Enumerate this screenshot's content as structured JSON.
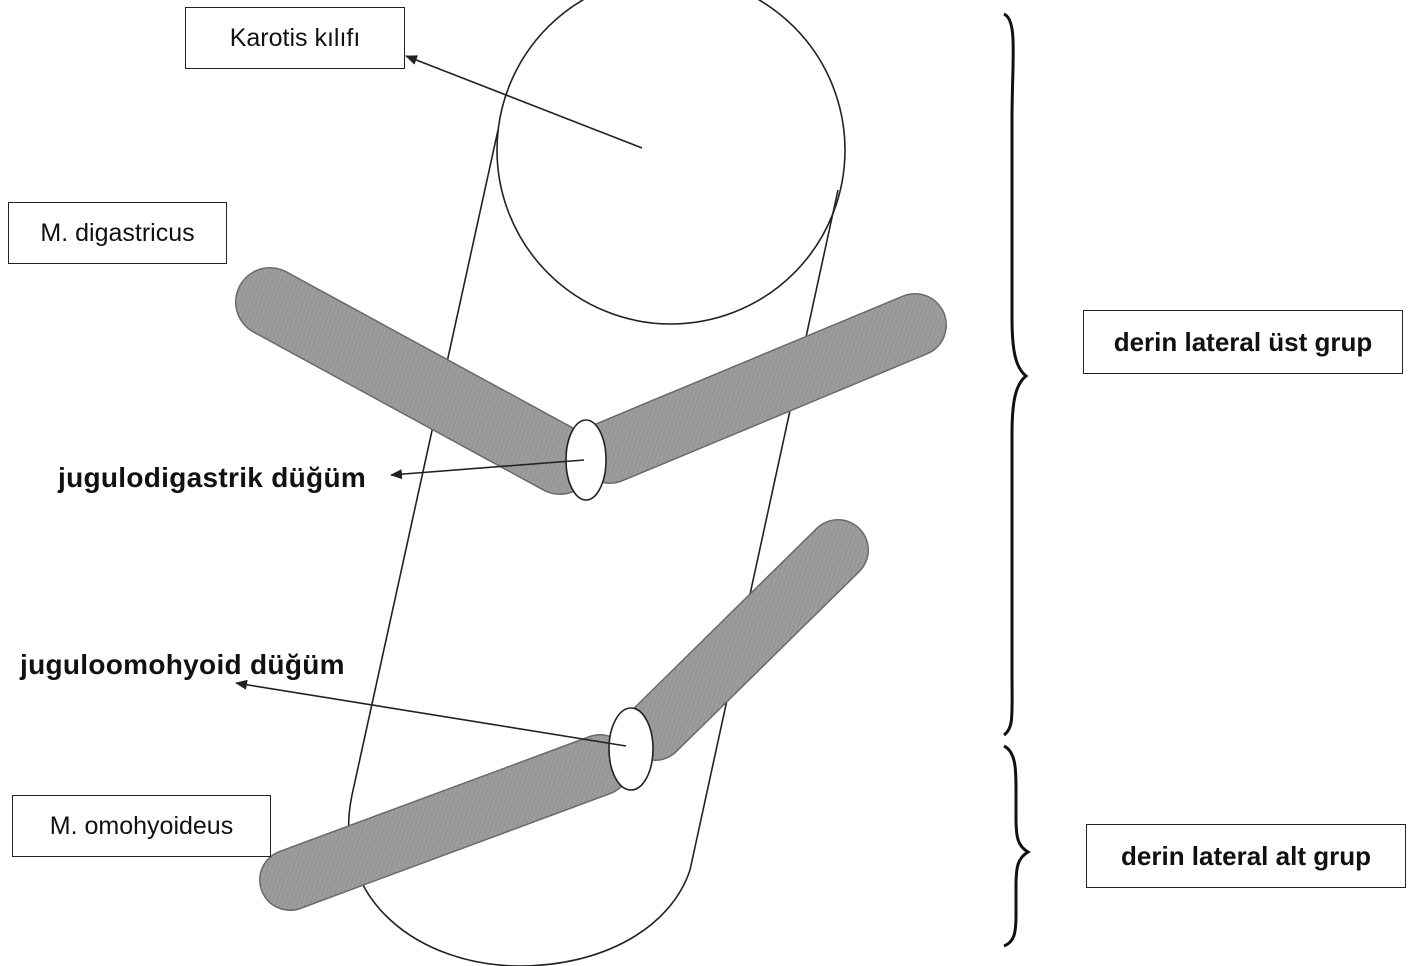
{
  "labels": {
    "karotis": "Karotis kılıfı",
    "digastricus": "M. digastricus",
    "omohyoideus": "M. omohyoideus",
    "jugulodigastrik": "jugulodigastrik düğüm",
    "juguloomohyoid": "juguloomohyoid düğüm",
    "upper_group": "derin lateral üst grup",
    "lower_group": "derin lateral alt grup"
  },
  "colors": {
    "line": "#222222",
    "muscle_fill": "#9a9a9a",
    "node_fill": "#ffffff",
    "box_border": "#222222"
  }
}
